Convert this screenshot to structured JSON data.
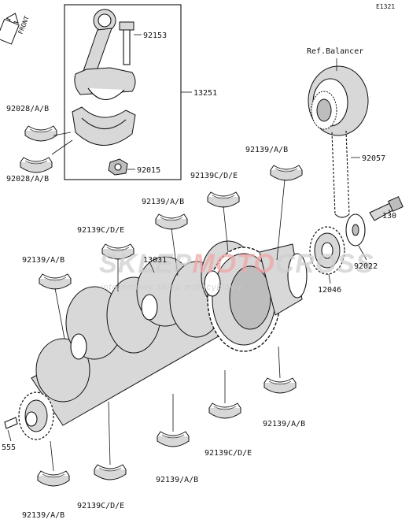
{
  "diagram_code": "E1321",
  "front_label": "FRONT",
  "ref_label": "Ref.Balancer",
  "watermark": {
    "brand_a": "SKLEP",
    "brand_b": "MOTO",
    "brand_c": "CROSS",
    "tagline": "internetowy sklep motocyklowy"
  },
  "labels": {
    "p92153": "92153",
    "p13251": "13251",
    "p92028a": "92028/A/B",
    "p92028b": "92028/A/B",
    "p92015": "92015",
    "p92057": "92057",
    "p92139_r": "92139/A/B",
    "p92139cde_t": "92139C/D/E",
    "p92139_t": "92139/A/B",
    "p92139cde_l": "92139C/D/E",
    "p13031": "13031",
    "p92139_l": "92139/A/B",
    "p130": "130",
    "p92022": "92022",
    "p12046": "12046",
    "p555": "555",
    "p92139_br": "92139/A/B",
    "p92139cde_b": "92139C/D/E",
    "p92139_b": "92139/A/B",
    "p92139cde_bl": "92139C/D/E",
    "p92139_bl": "92139/A/B"
  }
}
